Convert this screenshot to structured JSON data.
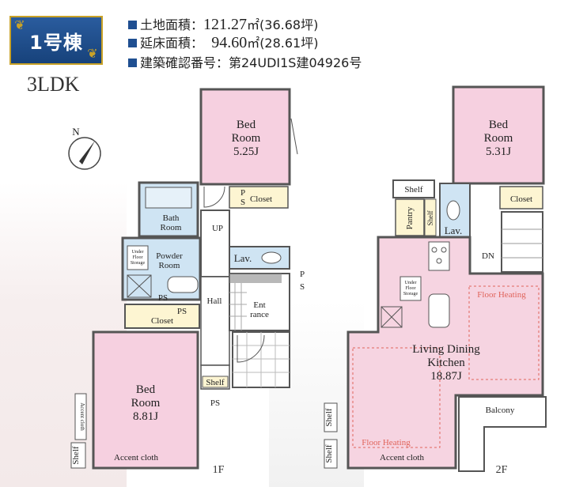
{
  "building": {
    "name": "1号棟"
  },
  "layout_type": "3LDK",
  "specs": [
    {
      "label": "土地面積：",
      "value": "121.27",
      "unit": "㎡(36.68坪)"
    },
    {
      "label": "延床面積：",
      "value": "94.60",
      "unit": "㎡(28.61坪)"
    },
    {
      "label": "建築確認番号：第24UDI1S建04926号",
      "value": "",
      "unit": ""
    }
  ],
  "compass": {
    "north": "N"
  },
  "floor1": {
    "floor_label": "1F",
    "bed_top": {
      "line1": "Bed",
      "line2": "Room",
      "size": "5.25J"
    },
    "closet_top": "Closet",
    "ps_top": [
      "P",
      "S"
    ],
    "bath": {
      "line1": "Bath",
      "line2": "Room"
    },
    "powder": {
      "line1": "Powder",
      "line2": "Room"
    },
    "under_floor": [
      "Under",
      "Floor",
      "Storage"
    ],
    "up": "UP",
    "lav": "Lav.",
    "hall": "Hall",
    "entrance": {
      "line1": "Ent",
      "line2": "rance"
    },
    "ps_entrance": [
      "P",
      "S"
    ],
    "ps_closet": "PS",
    "closet_mid": "Closet",
    "bed_main": {
      "line1": "Bed",
      "line2": "Room",
      "size": "8.81J"
    },
    "accent_cloth": "Accent cloth",
    "accent_cloth_vertical": "Accent cloth",
    "shelf_left": "Shelf",
    "shelf_hall": "Shelf",
    "ps_bottom": "PS"
  },
  "floor2": {
    "floor_label": "2F",
    "bed": {
      "line1": "Bed",
      "line2": "Room",
      "size": "5.31J"
    },
    "closet": "Closet",
    "shelf_top": "Shelf",
    "pantry": "Pantry",
    "shelf_side": "Shelf",
    "lav": "Lav.",
    "dn": "DN",
    "under_floor": [
      "Under",
      "Floor",
      "Storage"
    ],
    "floor_heating_right": "Floor Heating",
    "floor_heating_left": "Floor Heating",
    "ldk": {
      "line1": "Living Dining",
      "line2": "Kitchen",
      "size": "18.87J"
    },
    "balcony": "Balcony",
    "shelf_a": "Shelf",
    "shelf_b": "Shelf",
    "accent_cloth": "Accent cloth"
  },
  "colors": {
    "bedroom": "#f6d0e0",
    "wet": "#cfe4f3",
    "storage": "#fdf5d2",
    "ldk": "#f6d4e1",
    "wall": "#555555",
    "badge": "#1f4f91",
    "gold": "#c9a227",
    "floor_heating": "#e0635a"
  }
}
